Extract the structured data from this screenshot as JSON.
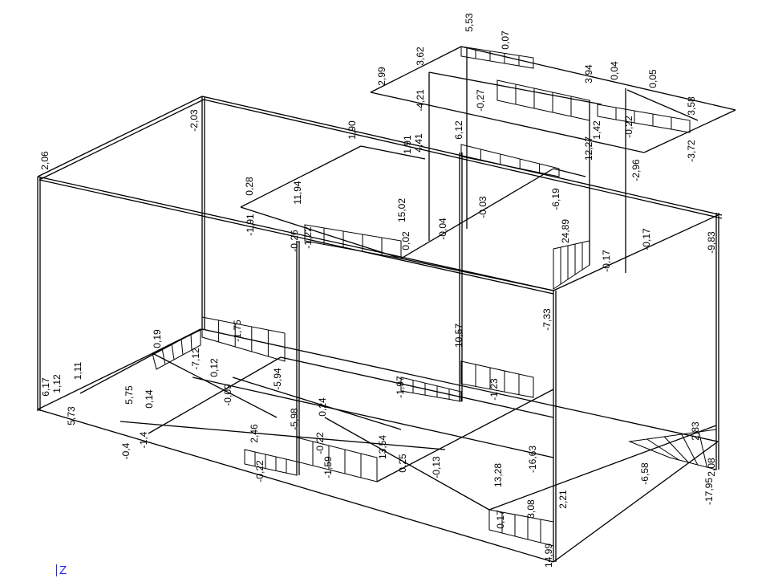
{
  "diagram": {
    "type": "3d frame internal force diagram",
    "axis_label": "Z",
    "axis_color": "#2222ff",
    "line_color": "#000000",
    "labels": [
      "2,06",
      "-2,03",
      "1,90",
      "0,28",
      "11,94",
      "-1,91",
      "-0,26",
      "-1,22",
      "15,02",
      "0,02",
      "1,91",
      "4,41",
      "2,99",
      "3,62",
      "5,53",
      "0,07",
      "-4,21",
      "-0,27",
      "6,12",
      "-0,04",
      "-0,03",
      "-6,19",
      "24,89",
      "3,94",
      "0,04",
      "0,05",
      "3,58",
      "12,27",
      "1,42",
      "-0,22",
      "-2,96",
      "-3,72",
      "-0,17",
      "-0,17",
      "-9,83",
      "-7,33",
      "10,57",
      "-1,75",
      "0,19",
      "-7,12",
      "0,12",
      "-5,94",
      "-0,09",
      "6,17",
      "1,12",
      "1,11",
      "5,75",
      "0,14",
      "-0,4",
      "-1,4",
      "5,73",
      "2,46",
      "-0,22",
      "-5,98",
      "0,24",
      "-0,22",
      "-1,59",
      "-1,97",
      "-1,23",
      "13,54",
      "0,25",
      "-0,13",
      "13,28",
      "-16,63",
      "3,08",
      "0,17",
      "2,21",
      "14,99",
      "-6,58",
      "2,83",
      "-17,95",
      "2,08"
    ]
  }
}
